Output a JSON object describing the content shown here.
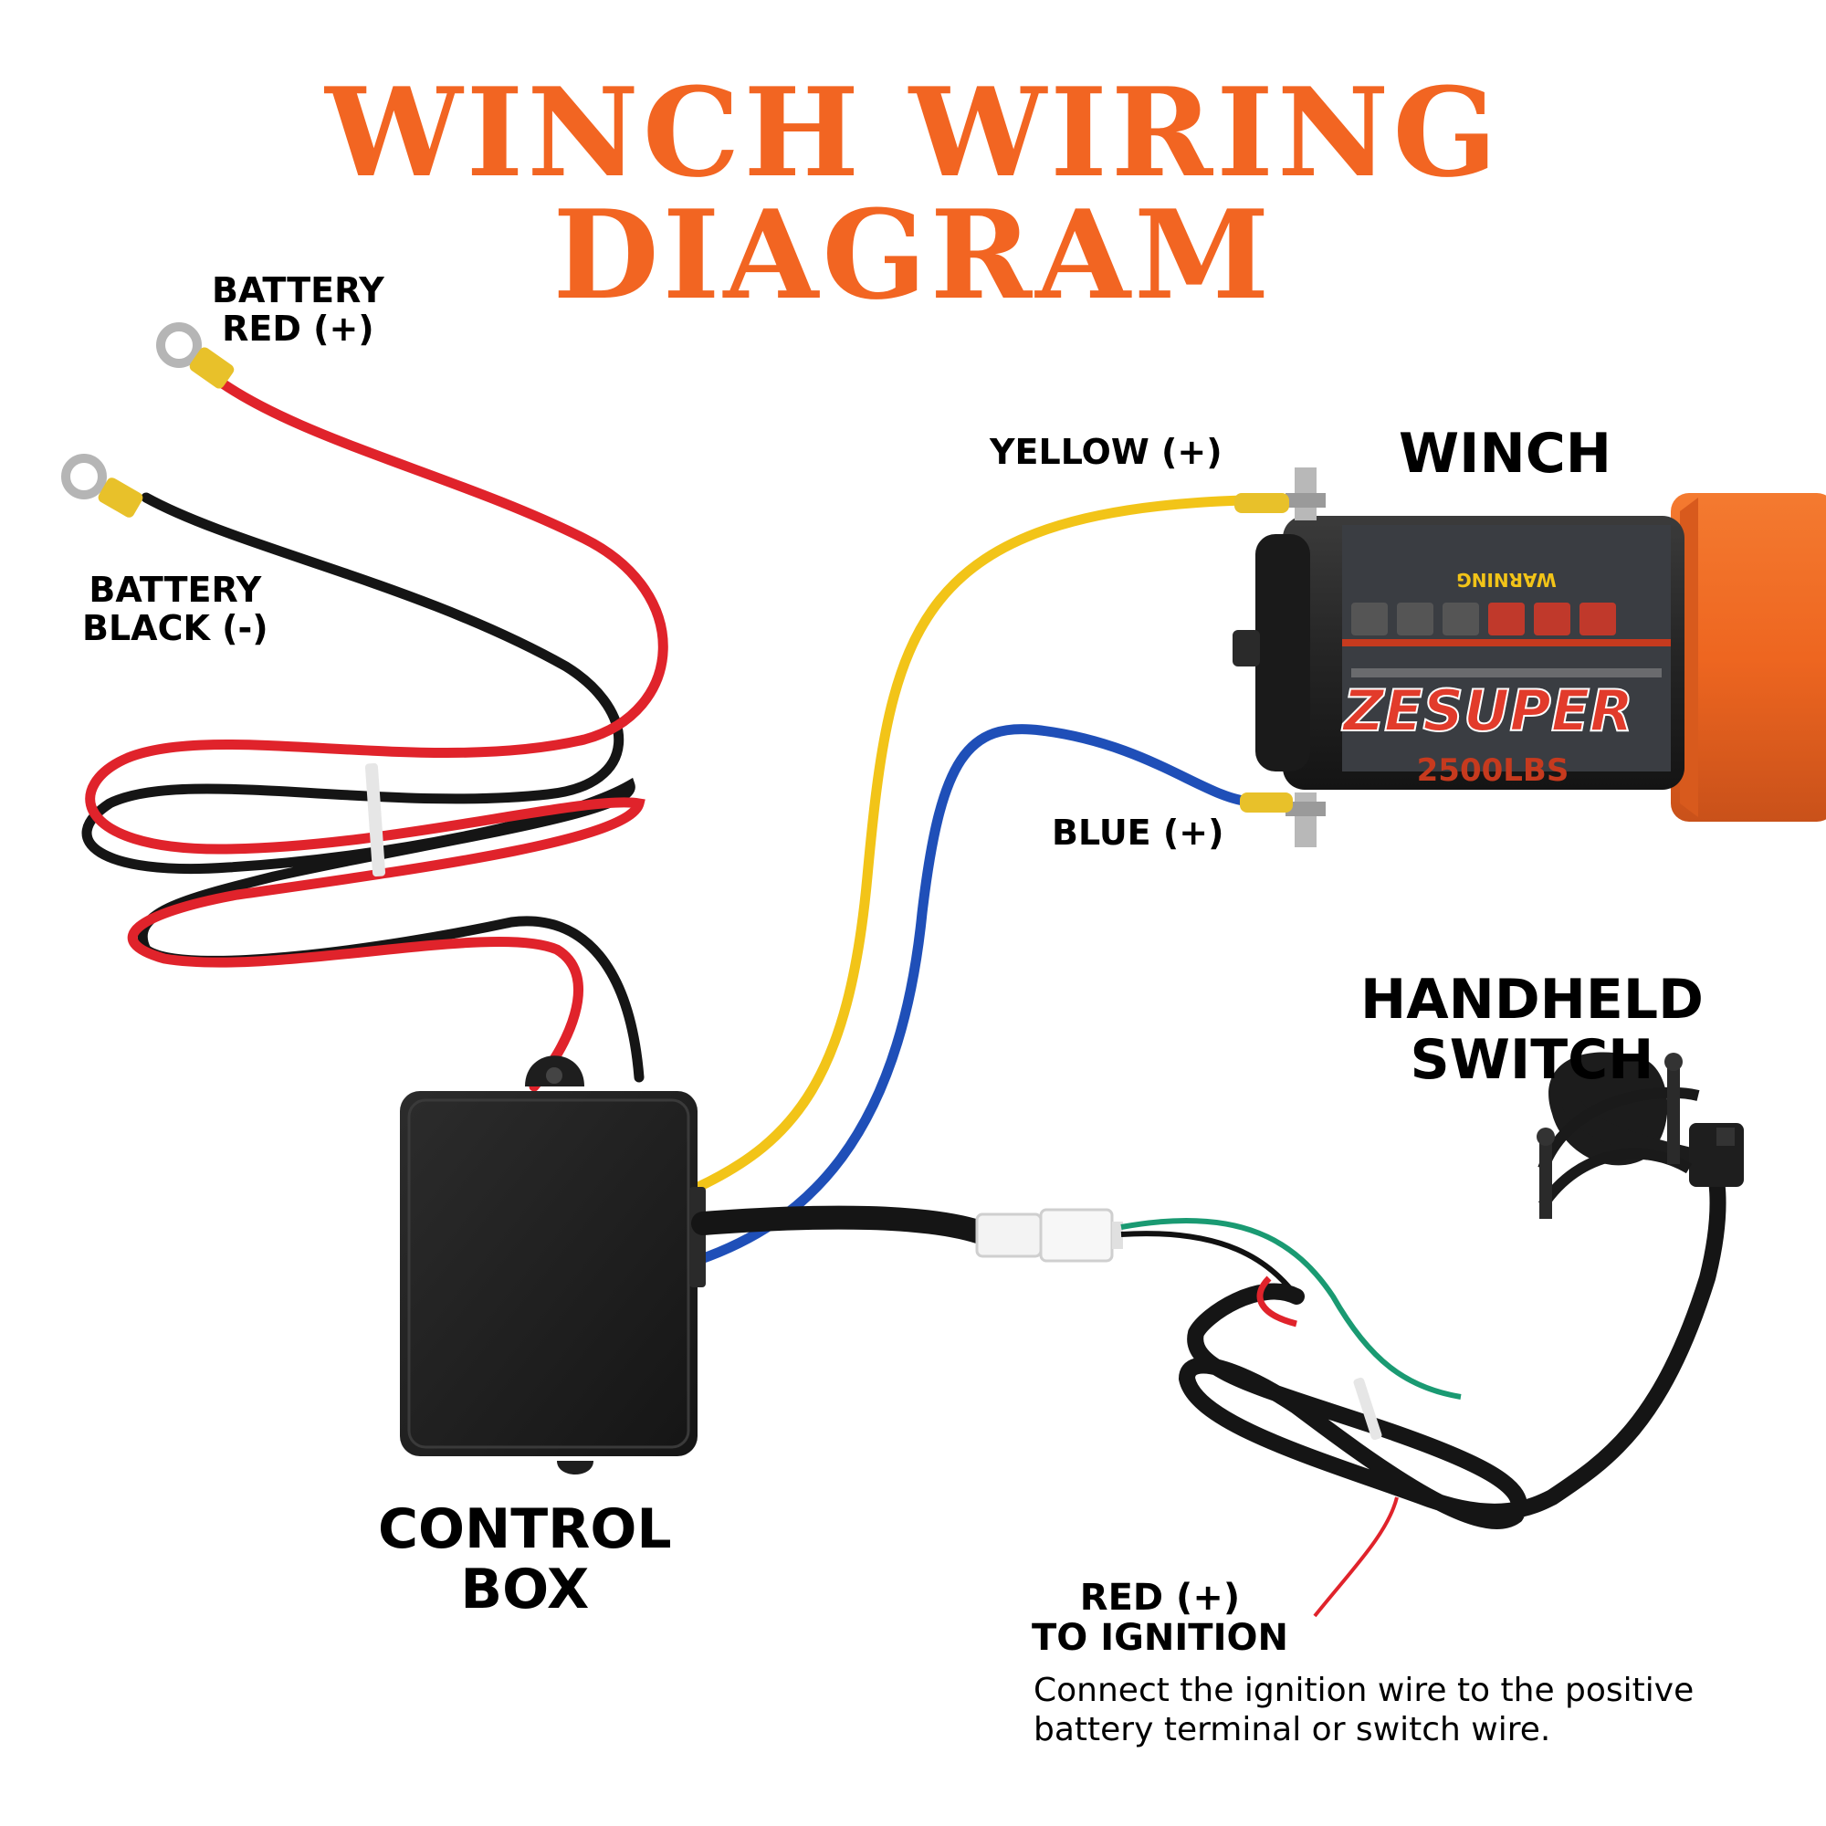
{
  "title": "WINCH WIRING DIAGRAM",
  "labels": {
    "battery_red": [
      "BATTERY",
      "RED (+)"
    ],
    "battery_black": [
      "BATTERY",
      "BLACK (-)"
    ],
    "yellow": "YELLOW (+)",
    "blue": "BLUE (+)",
    "winch": "WINCH",
    "handheld_switch": [
      "HANDHELD",
      "SWITCH"
    ],
    "control_box": [
      "CONTROL",
      "BOX"
    ],
    "red_ignition": [
      "RED (+)",
      "TO IGNITION"
    ]
  },
  "note": [
    "Connect the ignition wire to the positive",
    "battery terminal or switch wire."
  ],
  "winch_label": {
    "brand": "ZESUPER",
    "capacity": "2500LBS",
    "warning": "WARNING"
  },
  "colors": {
    "title": "#f26522",
    "winch_body": "#ef6a25",
    "red_wire": "#e0232b",
    "black_wire": "#111111",
    "yellow_wire": "#f2c418",
    "blue_wire": "#1f4fb8",
    "green_wire": "#1a9a72"
  }
}
